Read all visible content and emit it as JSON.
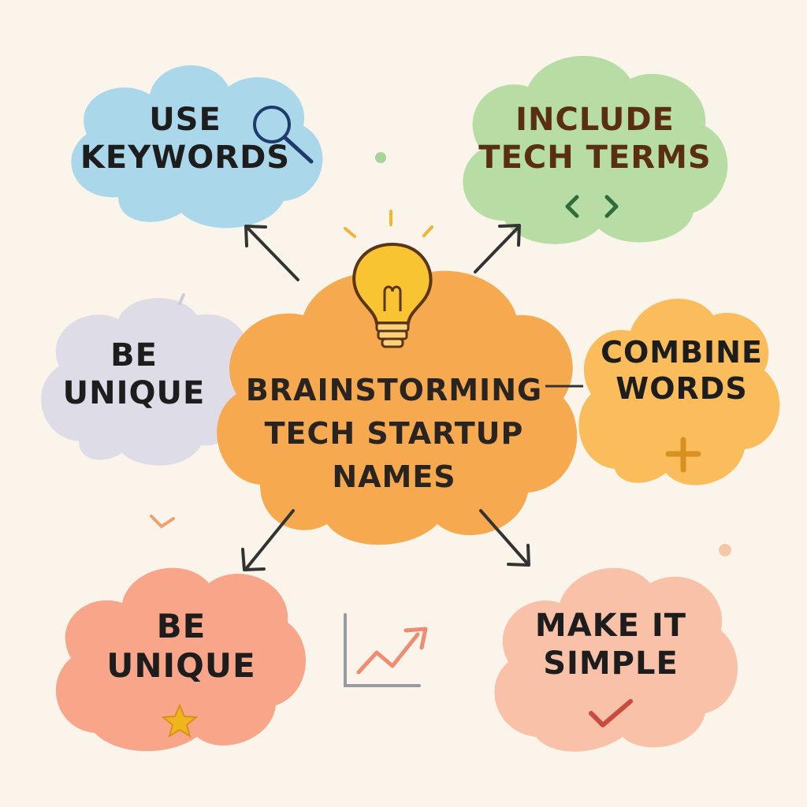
{
  "center": {
    "lines": [
      "BRAINSTORMING",
      "TECH STARTUP",
      "NAMES"
    ],
    "color": "#f7a94f",
    "icon": "lightbulb-icon"
  },
  "clouds": {
    "top_left": {
      "lines": [
        "USE",
        "KEYWORDS"
      ],
      "color": "#aad8ea",
      "icon": "magnifier-icon"
    },
    "top_right": {
      "lines": [
        "INCLUDE",
        "TECH TERMS"
      ],
      "color": "#b7dca4",
      "icon": "code-brackets-icon"
    },
    "left": {
      "lines": [
        "BE",
        "UNIQUE"
      ],
      "color": "#dedce6"
    },
    "right": {
      "lines": [
        "COMBINE",
        "WORDS"
      ],
      "color": "#fbbd5c",
      "icon": "plus-icon"
    },
    "bottom_left": {
      "lines": [
        "BE",
        "UNIQUE"
      ],
      "color": "#f8a58a",
      "icon": "star-icon"
    },
    "bottom_right": {
      "lines": [
        "MAKE IT",
        "SIMPLE"
      ],
      "color": "#f9c2a8",
      "icon": "checkmark-icon"
    }
  },
  "decor": {
    "chart": "trend-chart-icon",
    "arrow_color": "#333333"
  }
}
